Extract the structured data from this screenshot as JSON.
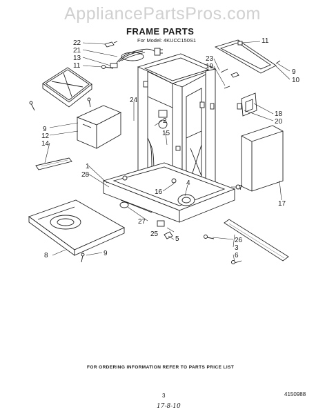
{
  "watermark": "AppliancePartsPros.com",
  "header": {
    "title": "FRAME PARTS",
    "model": "For Model: 4KUCC150S1"
  },
  "callouts": {
    "c22": "22",
    "c21": "21",
    "c13": "13",
    "c11a": "11",
    "c11b": "11",
    "c23": "23",
    "c19": "19",
    "c9a": "9",
    "c10": "10",
    "c24": "24",
    "c9b": "9",
    "c12": "12",
    "c14": "14",
    "c2": "2",
    "c15": "15",
    "c18": "18",
    "c20": "20",
    "c17": "17",
    "c1": "1",
    "c28": "28",
    "c16": "16",
    "c4": "4",
    "c7": "7",
    "c27": "27",
    "c26": "26",
    "c3": "3",
    "c6": "6",
    "c25": "25",
    "c5": "5",
    "c8": "8",
    "c9c": "9"
  },
  "footer": {
    "note": "FOR ORDERING INFORMATION REFER TO PARTS PRICE LIST",
    "page": "3",
    "doc_number": "4150988",
    "handwritten": "17-8-10"
  }
}
